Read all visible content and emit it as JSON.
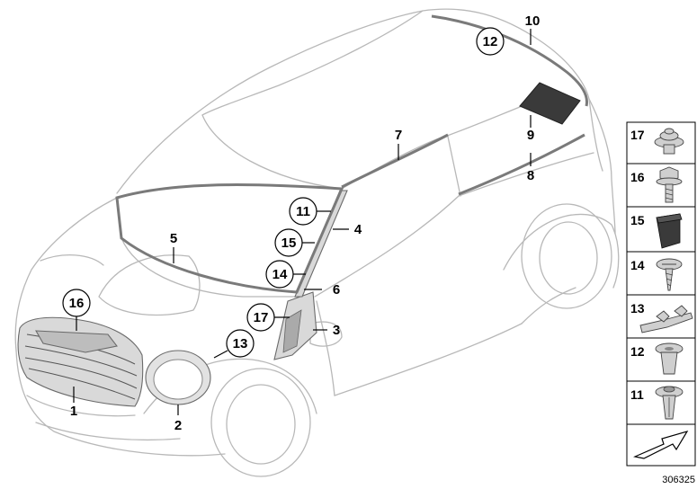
{
  "callouts": [
    {
      "label": "1",
      "circled": false
    },
    {
      "label": "2",
      "circled": false
    },
    {
      "label": "3",
      "circled": false
    },
    {
      "label": "4",
      "circled": false
    },
    {
      "label": "5",
      "circled": false
    },
    {
      "label": "6",
      "circled": false
    },
    {
      "label": "7",
      "circled": false
    },
    {
      "label": "8",
      "circled": false
    },
    {
      "label": "9",
      "circled": false
    },
    {
      "label": "10",
      "circled": false
    },
    {
      "label": "11",
      "circled": true
    },
    {
      "label": "12",
      "circled": true
    },
    {
      "label": "13",
      "circled": true
    },
    {
      "label": "14",
      "circled": true
    },
    {
      "label": "15",
      "circled": true
    },
    {
      "label": "16",
      "circled": true
    },
    {
      "label": "17",
      "circled": true
    }
  ],
  "parts_panel": [
    {
      "label": "17",
      "icon": "push-rivet-icon"
    },
    {
      "label": "16",
      "icon": "hex-bolt-icon"
    },
    {
      "label": "15",
      "icon": "grommet-nut-icon"
    },
    {
      "label": "14",
      "icon": "screw-icon"
    },
    {
      "label": "13",
      "icon": "clip-bracket-icon"
    },
    {
      "label": "12",
      "icon": "expansion-nut-icon"
    },
    {
      "label": "11",
      "icon": "expanding-rivet-icon"
    }
  ],
  "panel_arrow_icon": "arrow-icon",
  "figure_id": "306325",
  "colors": {
    "outline": "#b8b8b8",
    "part": "#d9d9d9",
    "ink": "#000000"
  }
}
